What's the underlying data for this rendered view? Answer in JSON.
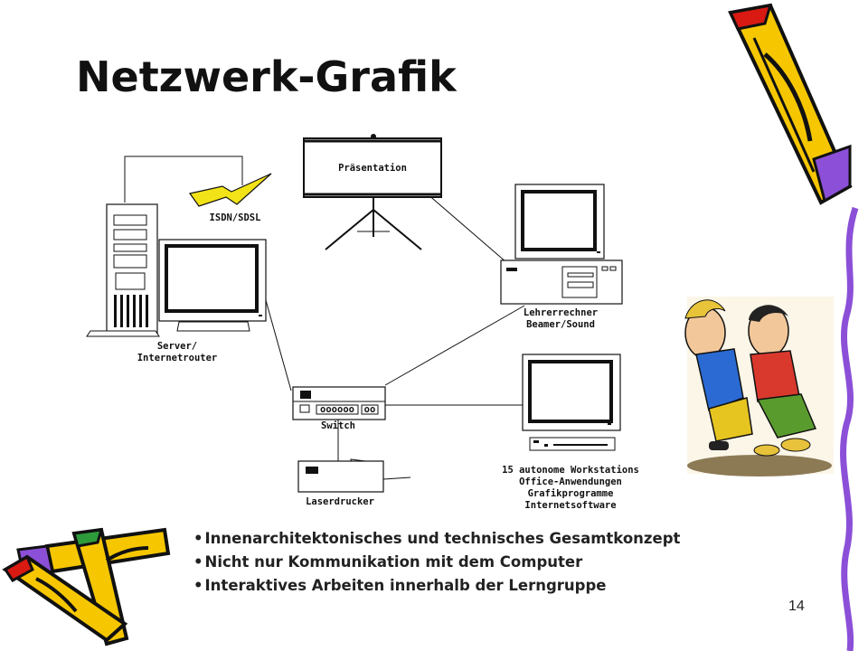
{
  "slide": {
    "title": "Netzwerk-Grafik",
    "page_number": "14"
  },
  "diagram": {
    "nodes": {
      "presentation": "Präsentation",
      "isdn": "ISDN/SDSL",
      "server_line1": "Server/",
      "server_line2": "Internetrouter",
      "teacher_line1": "Lehrerrechner",
      "teacher_line2": "Beamer/Sound",
      "switch": "Switch",
      "printer": "Laserdrucker",
      "workstations_line1": "15 autonome Workstations",
      "workstations_line2": "Office-Anwendungen",
      "workstations_line3": "Grafikprogramme",
      "workstations_line4": "Internetsoftware",
      "switch_ports": "oooooo",
      "switch_ports2": "oo"
    }
  },
  "bullets": [
    "Innenarchitektonisches und technisches Gesamtkonzept",
    "Nicht nur Kommunikation mit dem Computer",
    "Interaktives Arbeiten innerhalb der Lerngruppe"
  ],
  "colors": {
    "pencil_yellow": "#f6c700",
    "pencil_red": "#d81a12",
    "pencil_purple": "#8b4fd8",
    "pencil_green": "#2e9b3a",
    "outline": "#111111"
  }
}
